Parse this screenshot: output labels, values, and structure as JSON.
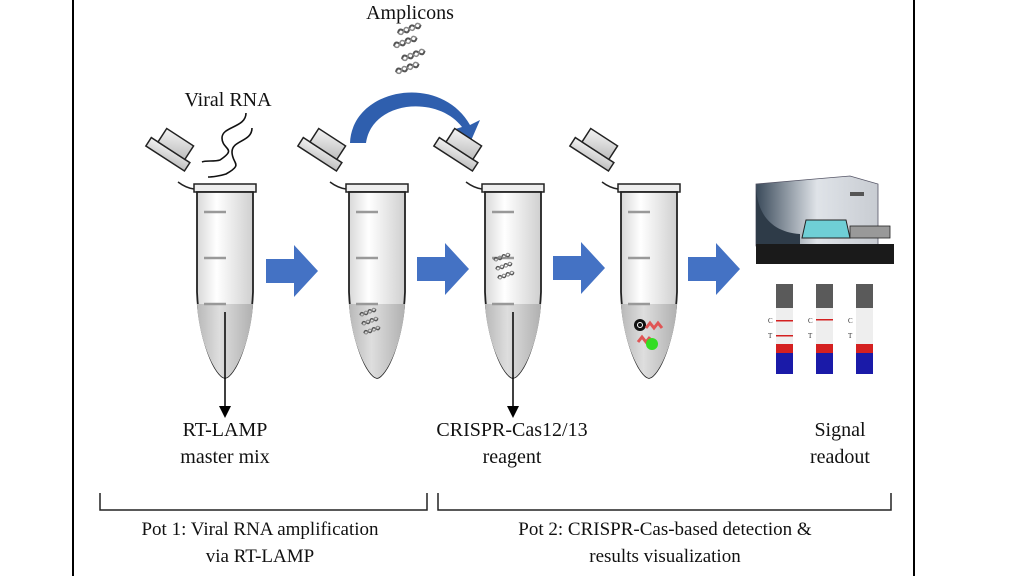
{
  "labels": {
    "amplicons": "Amplicons",
    "viral_rna": "Viral RNA",
    "rt_lamp_line1": "RT-LAMP",
    "rt_lamp_line2": "master mix",
    "crispr_line1": "CRISPR-Cas12/13",
    "crispr_line2": "reagent",
    "signal_line1": "Signal",
    "signal_line2": "readout"
  },
  "pots": [
    {
      "line1": "Pot 1: Viral RNA amplification",
      "line2": "via RT-LAMP"
    },
    {
      "line1": "Pot 2: CRISPR-Cas-based detection &",
      "line2": "results visualization"
    }
  ],
  "strips": [
    {
      "control_label": "C",
      "test_label": "T",
      "control_line": true,
      "test_line": true
    },
    {
      "control_label": "C",
      "test_label": "T",
      "control_line": true,
      "test_line": false
    },
    {
      "control_label": "C",
      "test_label": "T",
      "control_line": false,
      "test_line": false
    }
  ],
  "colors": {
    "arrow_blue": "#4472c4",
    "curved_arrow_blue": "#2f5fae",
    "strip_red": "#d42020",
    "strip_blue": "#1a1aa8",
    "strip_dark": "#5a5a5a",
    "reporter_green": "#33dd22"
  }
}
